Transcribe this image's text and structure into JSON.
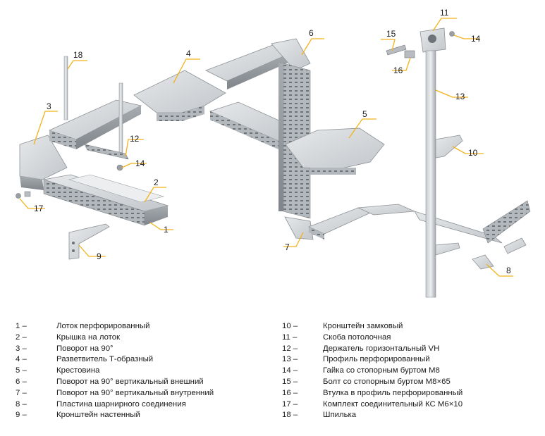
{
  "callouts": {
    "c1": "1",
    "c2": "2",
    "c3": "3",
    "c4": "4",
    "c5": "5",
    "c6": "6",
    "c7": "7",
    "c8": "8",
    "c9": "9",
    "c10": "10",
    "c11": "11",
    "c12": "12",
    "c13": "13",
    "c14a": "14",
    "c14b": "14",
    "c15": "15",
    "c16": "16",
    "c17": "17",
    "c18": "18"
  },
  "legend": {
    "left": [
      {
        "num": "1 –",
        "name": "Лоток перфорированный"
      },
      {
        "num": "2 –",
        "name": "Крышка на лоток"
      },
      {
        "num": "3 –",
        "name": "Поворот на 90°"
      },
      {
        "num": "4 –",
        "name": "Разветвитель Т-образный"
      },
      {
        "num": "5 –",
        "name": "Крестовина"
      },
      {
        "num": "6 –",
        "name": "Поворот на 90° вертикальный внешний"
      },
      {
        "num": "7 –",
        "name": "Поворот на 90° вертикальный внутренний"
      },
      {
        "num": "8 –",
        "name": "Пластина шарнирного соединения"
      },
      {
        "num": "9 –",
        "name": "Кронштейн настенный"
      }
    ],
    "right": [
      {
        "num": "10 –",
        "name": "Кронштейн замковый"
      },
      {
        "num": "11 –",
        "name": "Скоба потолочная"
      },
      {
        "num": "12 –",
        "name": "Держатель горизонтальный VH"
      },
      {
        "num": "13 –",
        "name": "Профиль перфорированный"
      },
      {
        "num": "14 –",
        "name": "Гайка со стопорным буртом М8"
      },
      {
        "num": "15 –",
        "name": "Болт со стопорным буртом М8×65"
      },
      {
        "num": "16 –",
        "name": "Втулка в профиль перфорированный"
      },
      {
        "num": "17 –",
        "name": "Комплект соединительный КС М6×10"
      },
      {
        "num": "18 –",
        "name": "Шпилька"
      }
    ]
  },
  "colors": {
    "leader": "#f2b21b",
    "metal_light": "#d9dbdd",
    "metal_mid": "#b8bcc0",
    "metal_dark": "#8d9296",
    "text": "#1a1a1a"
  }
}
